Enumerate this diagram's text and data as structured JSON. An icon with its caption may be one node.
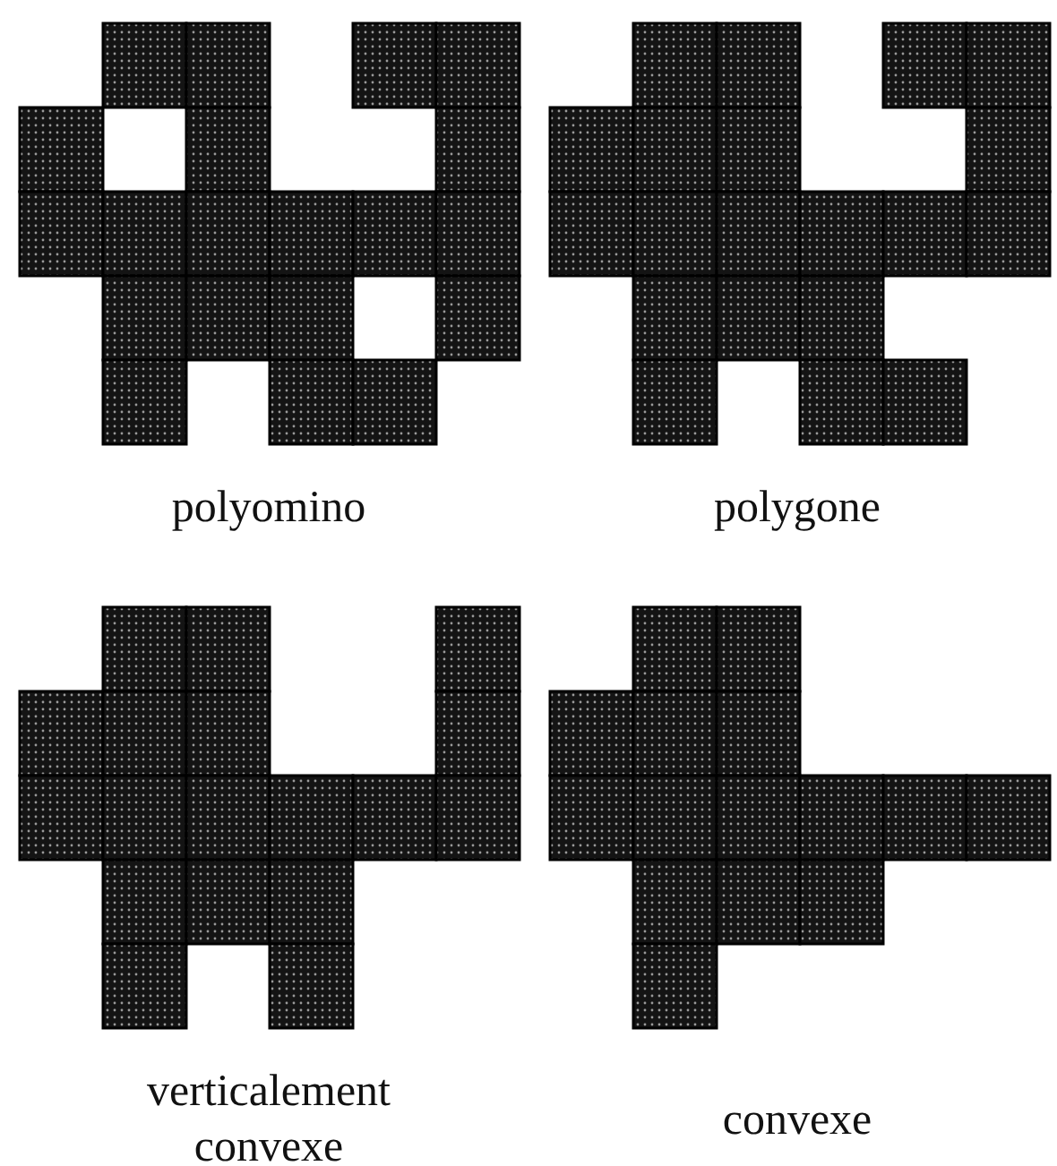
{
  "diagram": {
    "labels": [
      "polyomino",
      "polygone",
      "verticalement convexe",
      "convexe"
    ]
  }
}
